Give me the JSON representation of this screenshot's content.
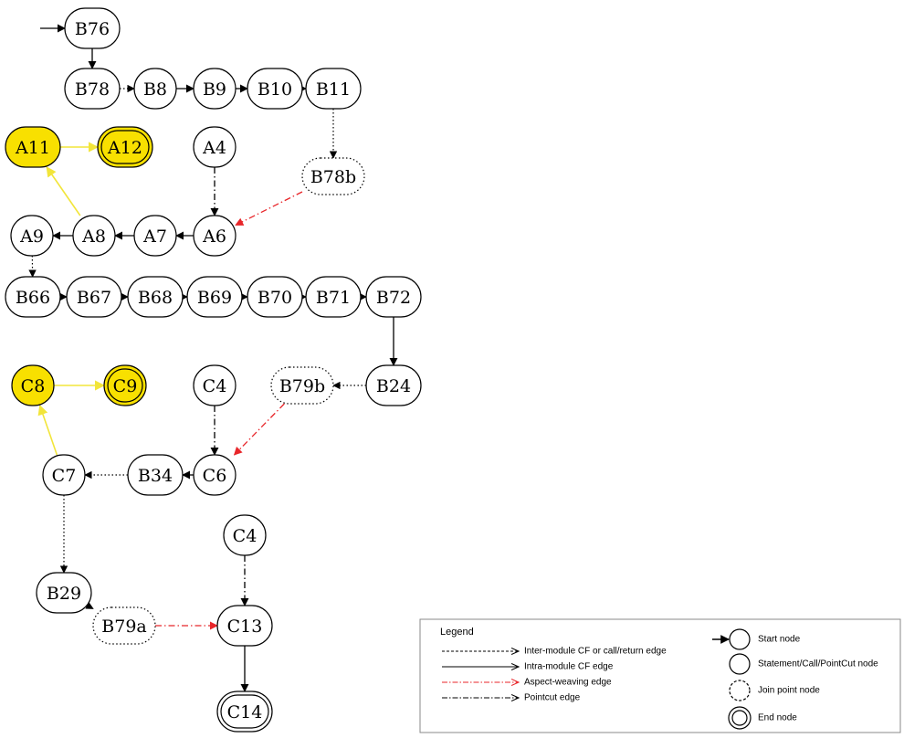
{
  "nodes": [
    {
      "id": "B76",
      "label": "B76",
      "style": "normal"
    },
    {
      "id": "B78",
      "label": "B78",
      "style": "normal"
    },
    {
      "id": "B8",
      "label": "B8",
      "style": "normal"
    },
    {
      "id": "B9",
      "label": "B9",
      "style": "normal"
    },
    {
      "id": "B10",
      "label": "B10",
      "style": "normal"
    },
    {
      "id": "B11",
      "label": "B11",
      "style": "normal"
    },
    {
      "id": "A11",
      "label": "A11",
      "style": "highlight"
    },
    {
      "id": "A12",
      "label": "A12",
      "style": "highlight-end"
    },
    {
      "id": "A4",
      "label": "A4",
      "style": "normal"
    },
    {
      "id": "B78b",
      "label": "B78b",
      "style": "dotted"
    },
    {
      "id": "A9",
      "label": "A9",
      "style": "normal"
    },
    {
      "id": "A8",
      "label": "A8",
      "style": "normal"
    },
    {
      "id": "A7",
      "label": "A7",
      "style": "normal"
    },
    {
      "id": "A6",
      "label": "A6",
      "style": "normal"
    },
    {
      "id": "B66",
      "label": "B66",
      "style": "normal"
    },
    {
      "id": "B67",
      "label": "B67",
      "style": "normal"
    },
    {
      "id": "B68",
      "label": "B68",
      "style": "normal"
    },
    {
      "id": "B69",
      "label": "B69",
      "style": "normal"
    },
    {
      "id": "B70",
      "label": "B70",
      "style": "normal"
    },
    {
      "id": "B71",
      "label": "B71",
      "style": "normal"
    },
    {
      "id": "B72",
      "label": "B72",
      "style": "normal"
    },
    {
      "id": "C8",
      "label": "C8",
      "style": "highlight"
    },
    {
      "id": "C9",
      "label": "C9",
      "style": "highlight-end"
    },
    {
      "id": "C4a",
      "label": "C4",
      "style": "normal"
    },
    {
      "id": "B79b",
      "label": "B79b",
      "style": "dotted"
    },
    {
      "id": "B24",
      "label": "B24",
      "style": "normal"
    },
    {
      "id": "C7",
      "label": "C7",
      "style": "normal"
    },
    {
      "id": "B34",
      "label": "B34",
      "style": "normal"
    },
    {
      "id": "C6",
      "label": "C6",
      "style": "normal"
    },
    {
      "id": "C4b",
      "label": "C4",
      "style": "normal"
    },
    {
      "id": "B29",
      "label": "B29",
      "style": "normal"
    },
    {
      "id": "B79a",
      "label": "B79a",
      "style": "dotted"
    },
    {
      "id": "C13",
      "label": "C13",
      "style": "normal"
    },
    {
      "id": "C14",
      "label": "C14",
      "style": "end"
    }
  ],
  "edges": [
    {
      "from": "START",
      "to": "B76",
      "type": "start"
    },
    {
      "from": "B76",
      "to": "B78",
      "type": "intra"
    },
    {
      "from": "B78",
      "to": "B8",
      "type": "inter"
    },
    {
      "from": "B8",
      "to": "B9",
      "type": "intra"
    },
    {
      "from": "B9",
      "to": "B10",
      "type": "intra"
    },
    {
      "from": "B10",
      "to": "B11",
      "type": "intra"
    },
    {
      "from": "B11",
      "to": "B78b",
      "type": "inter"
    },
    {
      "from": "B78b",
      "to": "A6",
      "type": "aspect"
    },
    {
      "from": "A4",
      "to": "A6",
      "type": "pointcut"
    },
    {
      "from": "A6",
      "to": "A7",
      "type": "intra"
    },
    {
      "from": "A7",
      "to": "A8",
      "type": "intra"
    },
    {
      "from": "A8",
      "to": "A9",
      "type": "intra"
    },
    {
      "from": "A8",
      "to": "A11",
      "type": "yellow"
    },
    {
      "from": "A11",
      "to": "A12",
      "type": "yellow"
    },
    {
      "from": "A9",
      "to": "B66",
      "type": "inter"
    },
    {
      "from": "B66",
      "to": "B67",
      "type": "intra"
    },
    {
      "from": "B67",
      "to": "B68",
      "type": "intra"
    },
    {
      "from": "B68",
      "to": "B69",
      "type": "intra"
    },
    {
      "from": "B69",
      "to": "B70",
      "type": "intra"
    },
    {
      "from": "B70",
      "to": "B71",
      "type": "intra"
    },
    {
      "from": "B71",
      "to": "B72",
      "type": "intra"
    },
    {
      "from": "B72",
      "to": "B24",
      "type": "intra"
    },
    {
      "from": "B24",
      "to": "B79b",
      "type": "inter"
    },
    {
      "from": "B79b",
      "to": "C6",
      "type": "aspect"
    },
    {
      "from": "C4a",
      "to": "C6",
      "type": "pointcut"
    },
    {
      "from": "C6",
      "to": "B34",
      "type": "intra"
    },
    {
      "from": "B34",
      "to": "C7",
      "type": "inter"
    },
    {
      "from": "C7",
      "to": "C8",
      "type": "yellow"
    },
    {
      "from": "C8",
      "to": "C9",
      "type": "yellow"
    },
    {
      "from": "C7",
      "to": "B29",
      "type": "inter"
    },
    {
      "from": "B29",
      "to": "B79a",
      "type": "inter"
    },
    {
      "from": "B79a",
      "to": "C13",
      "type": "aspect"
    },
    {
      "from": "C4b",
      "to": "C13",
      "type": "pointcut"
    },
    {
      "from": "C13",
      "to": "C14",
      "type": "intra"
    }
  ],
  "colors": {
    "highlight": "#f8e000",
    "yellow_edge": "#f2e53a",
    "aspect_edge": "#e8262a",
    "line": "#000000"
  },
  "legend": {
    "title": "Legend",
    "edges": [
      {
        "type": "inter",
        "label": "Inter-module CF or call/return edge"
      },
      {
        "type": "intra",
        "label": "Intra-module CF edge"
      },
      {
        "type": "aspect",
        "label": "Aspect-weaving edge"
      },
      {
        "type": "pointcut",
        "label": "Pointcut edge"
      }
    ],
    "nodes": [
      {
        "type": "start",
        "label": "Start node"
      },
      {
        "type": "statement",
        "label": "Statement/Call/PointCut node"
      },
      {
        "type": "joinpoint",
        "label": "Join point node"
      },
      {
        "type": "end",
        "label": "End  node"
      }
    ]
  }
}
